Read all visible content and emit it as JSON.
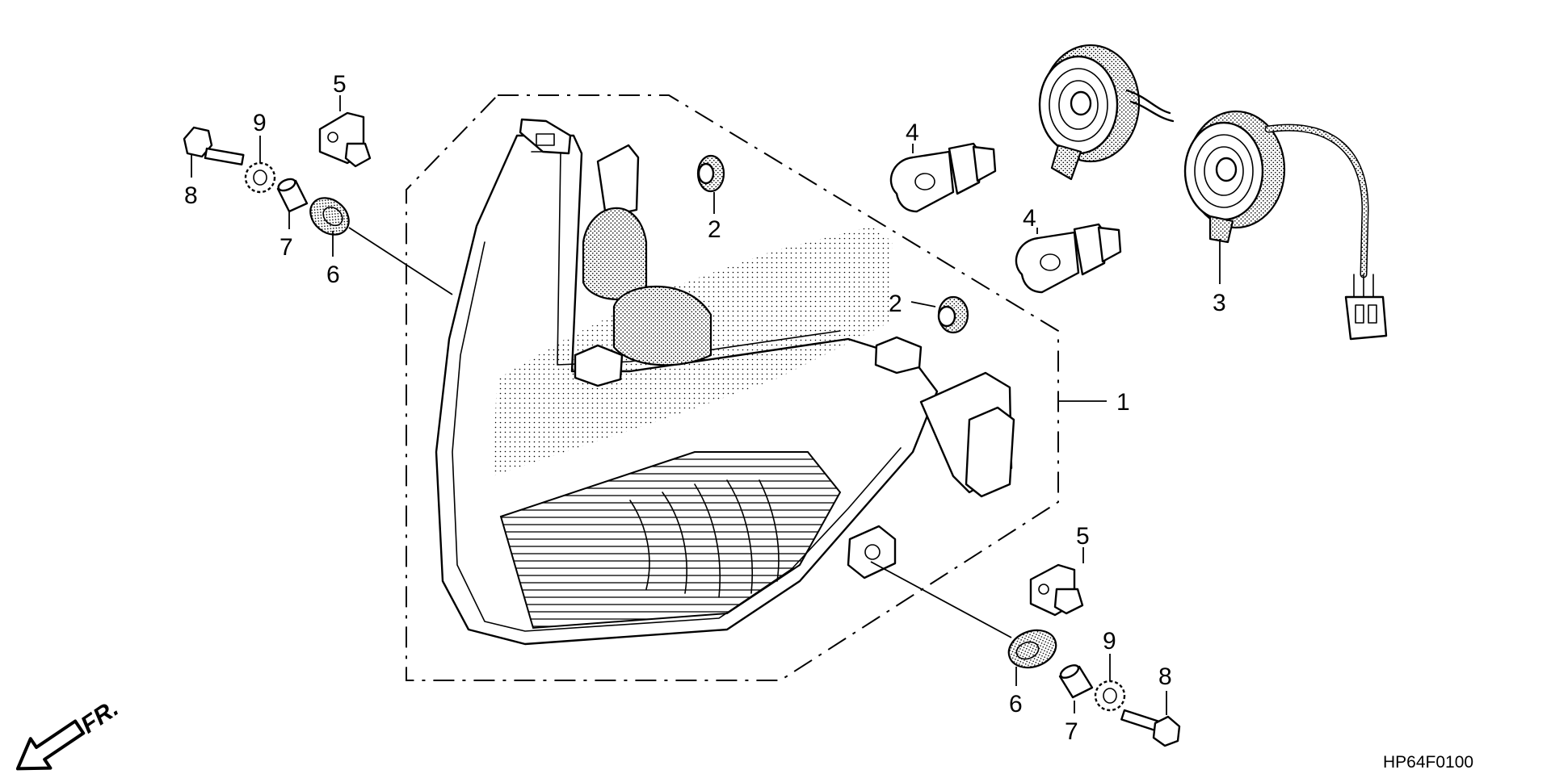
{
  "callouts": {
    "c1": "1",
    "c2a": "2",
    "c2b": "2",
    "c3": "3",
    "c4a": "4",
    "c4b": "4",
    "c5a": "5",
    "c5b": "5",
    "c6a": "6",
    "c6b": "6",
    "c7a": "7",
    "c7b": "7",
    "c8a": "8",
    "c8b": "8",
    "c9a": "9",
    "c9b": "9"
  },
  "direction_label": "FR.",
  "diagram_code": "HP64F0100",
  "colors": {
    "ink": "#000000",
    "paper": "#ffffff"
  },
  "icons": {
    "direction": "arrow-front-icon"
  }
}
